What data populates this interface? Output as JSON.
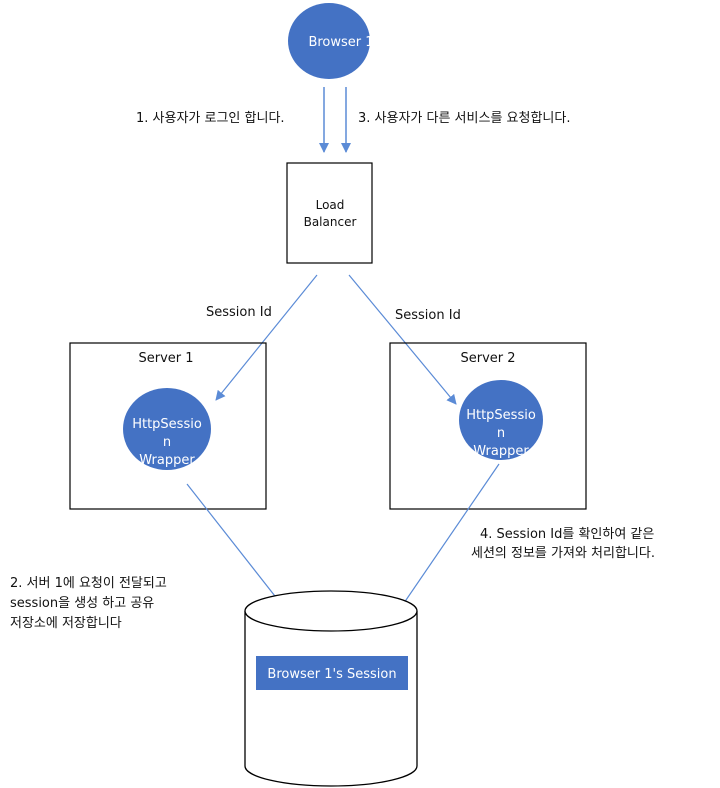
{
  "browser_node": {
    "label": "Browser 1"
  },
  "load_balancer": {
    "line1": "Load",
    "line2": "Balancer"
  },
  "servers": [
    {
      "title": "Server 1",
      "wrapper": [
        "HttpSessio",
        "n",
        "Wrapper"
      ]
    },
    {
      "title": "Server 2",
      "wrapper": [
        "HttpSessio",
        "n",
        "Wrapper"
      ]
    }
  ],
  "edges": {
    "step1": "1. 사용자가 로그인 합니다.",
    "step3": "3. 사용자가 다른 서비스를 요청합니다.",
    "session_id_left": "Session Id",
    "session_id_right": "Session Id",
    "step2": [
      "2. 서버 1에 요청이 전달되고",
      "session을 생성 하고 공유",
      "저장소에 저장합니다"
    ],
    "step4": [
      "4. Session Id를 확인하여 같은",
      "세션의 정보를 가져와 처리합니다."
    ]
  },
  "store": {
    "badge": "Browser 1's Session"
  },
  "colors": {
    "node_fill": "#4472C4",
    "arrow": "#5B8BD6",
    "badge_fill": "#4472C4",
    "stroke": "#000000"
  }
}
